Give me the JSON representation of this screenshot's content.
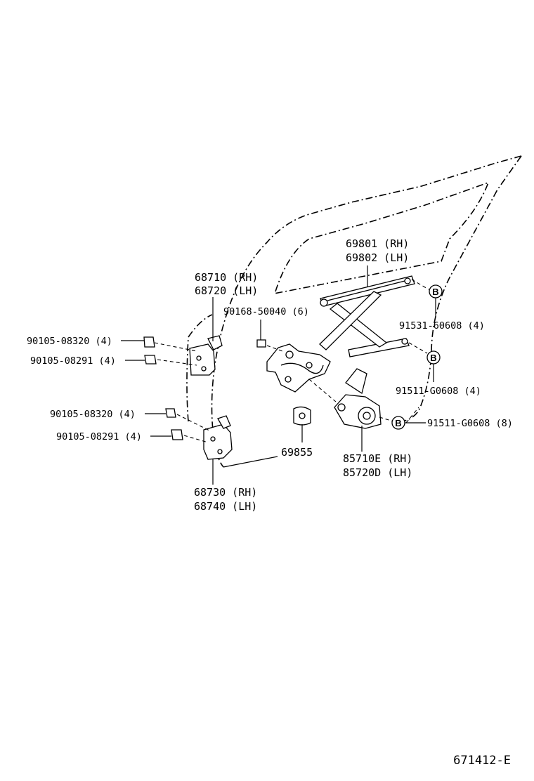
{
  "diagram": {
    "reference_code": "671412-E",
    "parts": {
      "regulator": {
        "label_rh": "69801 (RH)",
        "label_lh": "69802 (LH)"
      },
      "upper_hinge": {
        "label_rh": "68710 (RH)",
        "label_lh": "68720 (LH)"
      },
      "lower_hinge": {
        "label_rh": "68730 (RH)",
        "label_lh": "68740 (LH)"
      },
      "motor": {
        "label_rh": "85710E (RH)",
        "label_lh": "85720D (LH)"
      },
      "clip": {
        "label": "69855"
      }
    },
    "fasteners": {
      "bolt_regulator": "90168-50040 (6)",
      "upper_bolt_a": "90105-08320 (4)",
      "upper_bolt_b": "90105-08291 (4)",
      "lower_bolt_a": "90105-08320 (4)",
      "lower_bolt_b": "90105-08291 (4)",
      "screw_b1": "91531-60608 (4)",
      "screw_b2": "91511-G0608 (4)",
      "screw_b3": "91511-G0608 (8)"
    },
    "callout_mark": "B"
  }
}
